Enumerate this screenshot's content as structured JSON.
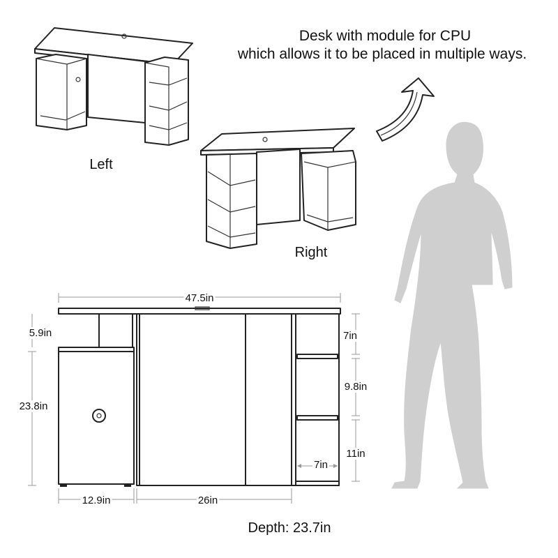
{
  "headline": {
    "line1": "Desk with module for CPU",
    "line2": "which allows it to be placed in multiple ways."
  },
  "views": {
    "left_label": "Left",
    "right_label": "Right"
  },
  "dimensions": {
    "total_width": "47.5in",
    "gap_top": "5.9in",
    "cabinet_height": "23.8in",
    "cabinet_width": "12.9in",
    "center_width": "26in",
    "shelf_top": "7in",
    "shelf_middle": "9.8in",
    "shelf_bottom": "11in",
    "shelf_depth": "7in",
    "depth_note": "Depth: 23.7in"
  },
  "colors": {
    "line": "#222222",
    "silhouette": "#cfcfcf",
    "dimension_line": "#999999"
  },
  "icons": {
    "curved_arrow": "curved-arrow-icon",
    "human_silhouette": "woman-silhouette-icon"
  }
}
